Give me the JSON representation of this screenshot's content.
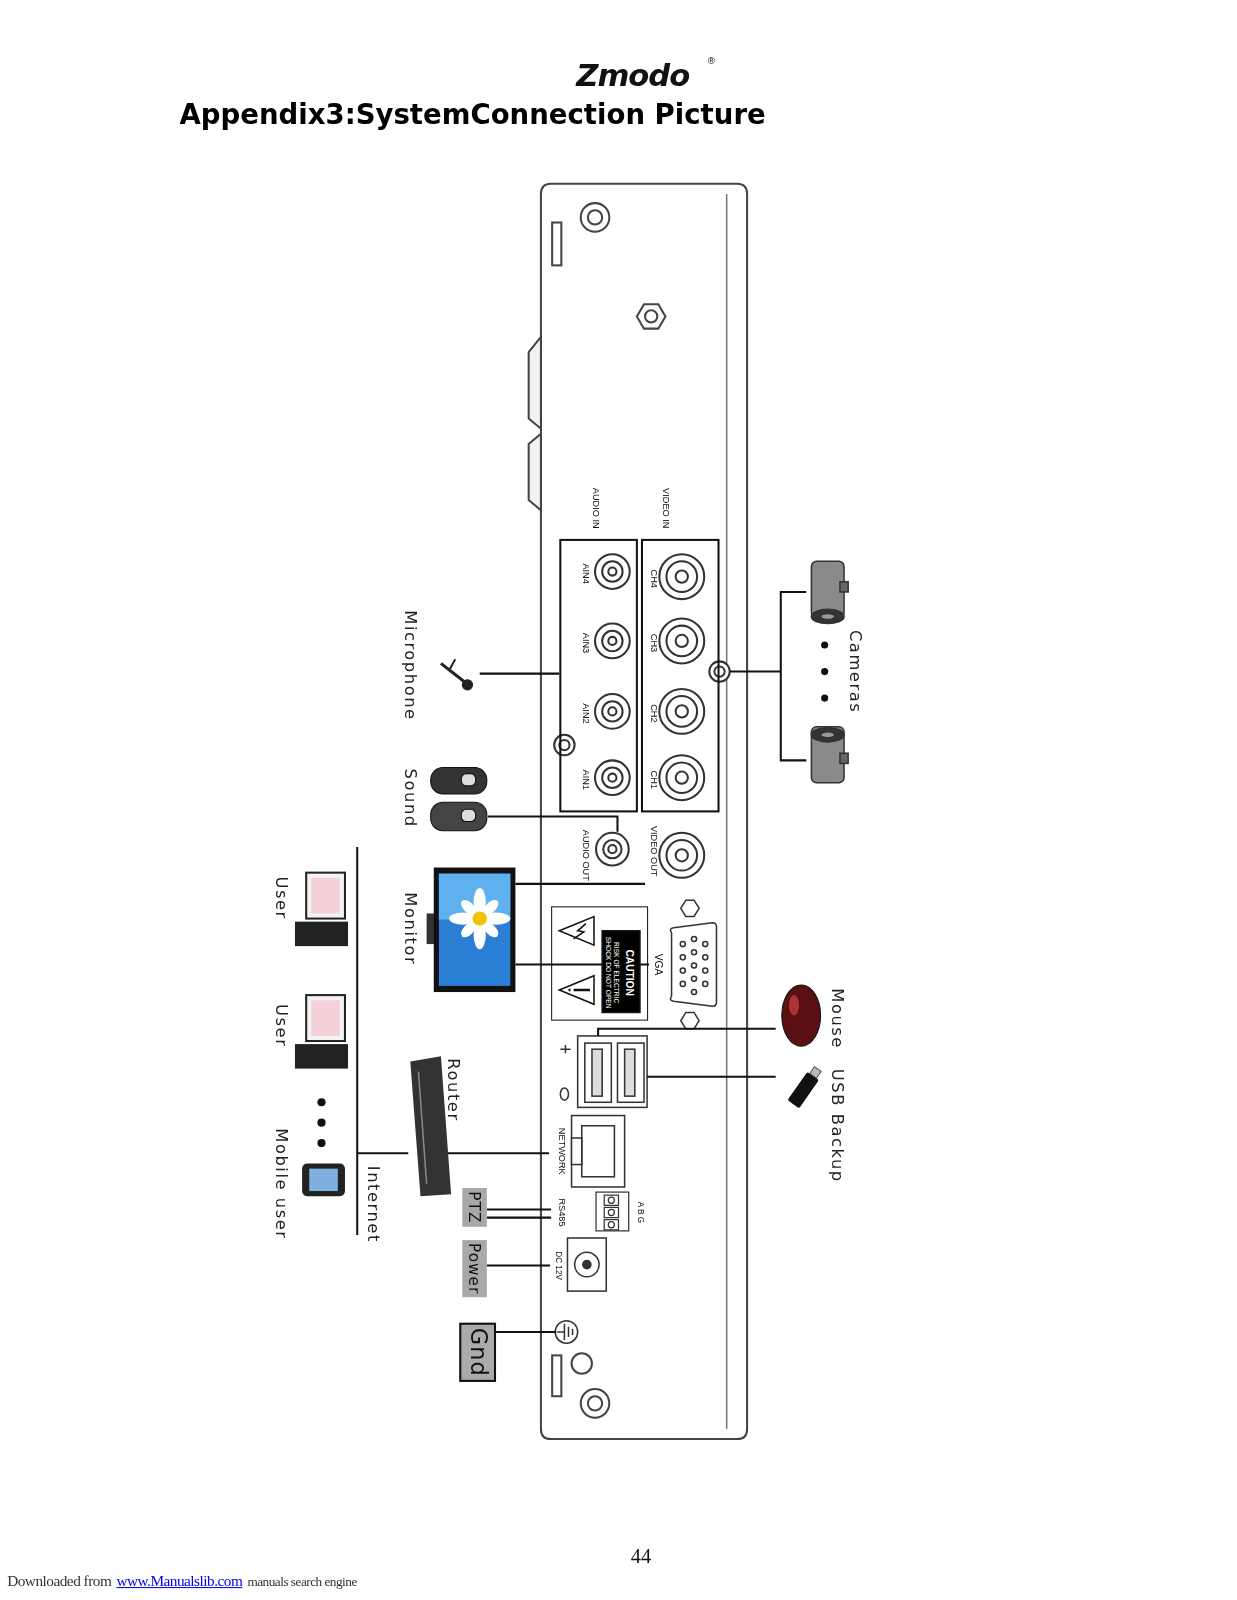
{
  "diagram": {
    "title": "Appendix3:SystemConnection Picture",
    "nodes": [
      {
        "text": [
          "VIDEO IN",
          "CH4",
          "CH3",
          "CH2",
          "CH1"
        ]
      },
      {
        "text": [
          "AUDIO IN",
          "AIN4",
          "AIN3",
          "AIN2",
          "AIN1"
        ]
      },
      {
        "text": [
          "CAUTION",
          "RISK OF ELECTRIC SHOCK DO NOT OPEN"
        ]
      },
      {
        "text": [
          "PTZ"
        ]
      },
      {
        "text": [
          "Power"
        ]
      },
      {
        "text": [
          "Gnd"
        ]
      }
    ],
    "labels": [
      "Zmodo",
      "®",
      "Cameras",
      "Microphone",
      "Sound",
      "Monitor",
      "User",
      "User",
      "Mobile user",
      "Router",
      "Internet",
      "Mouse",
      "USB Backup",
      "VIDEO OUT",
      "AUDIO OUT",
      "VGA",
      "NETWORK",
      "RS485",
      "A B G",
      "DC 12V",
      "44",
      "Downloaded from",
      "www.Manualslib.com",
      "manuals search engine"
    ]
  }
}
